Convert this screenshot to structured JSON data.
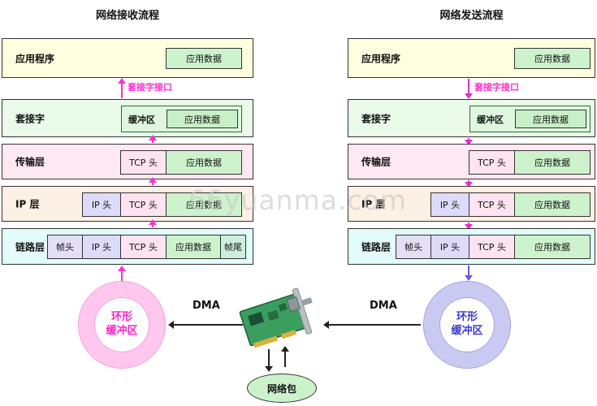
{
  "watermark": "66yuanma.com",
  "receive": {
    "title": "网络接收流程",
    "socket_interface": "套接字接口",
    "dma": "DMA",
    "app_layer": {
      "label": "应用程序",
      "app_data": "应用数据"
    },
    "socket_layer": {
      "label": "套接字",
      "buffer": "缓冲区",
      "app_data": "应用数据"
    },
    "transport_layer": {
      "label": "传输层",
      "tcp_header": "TCP 头",
      "app_data": "应用数据"
    },
    "ip_layer": {
      "label": "IP 层",
      "ip_header": "IP 头",
      "tcp_header": "TCP 头",
      "app_data": "应用数据"
    },
    "link_layer": {
      "label": "链路层",
      "frame_header": "帧头",
      "ip_header": "IP 头",
      "tcp_header": "TCP 头",
      "app_data": "应用数据",
      "frame_tail": "帧尾"
    },
    "ring_buffer": {
      "line1": "环形",
      "line2": "缓冲区"
    }
  },
  "send": {
    "title": "网络发送流程",
    "socket_interface": "套接字接口",
    "dma": "DMA",
    "app_layer": {
      "label": "应用程序",
      "app_data": "应用数据"
    },
    "socket_layer": {
      "label": "套接字",
      "buffer": "缓冲区",
      "app_data": "应用数据"
    },
    "transport_layer": {
      "label": "传输层",
      "tcp_header": "TCP 头",
      "app_data": "应用数据"
    },
    "ip_layer": {
      "label": "IP 层",
      "ip_header": "IP 头",
      "tcp_header": "TCP 头",
      "app_data": "应用数据"
    },
    "link_layer": {
      "label": "链路层",
      "frame_header": "帧头",
      "ip_header": "IP 头",
      "tcp_header": "TCP 头",
      "app_data": "应用数据"
    },
    "ring_buffer": {
      "line1": "环形",
      "line2": "缓冲区"
    }
  },
  "bottom": {
    "packet_label": "网络包"
  },
  "colors": {
    "accent_magenta": "#ff2fd0",
    "accent_purple": "#6f5ae0",
    "ring_receive": "#ffc6ee",
    "ring_send": "#c9caf2",
    "watermark_gray": "#c8c8c8"
  }
}
